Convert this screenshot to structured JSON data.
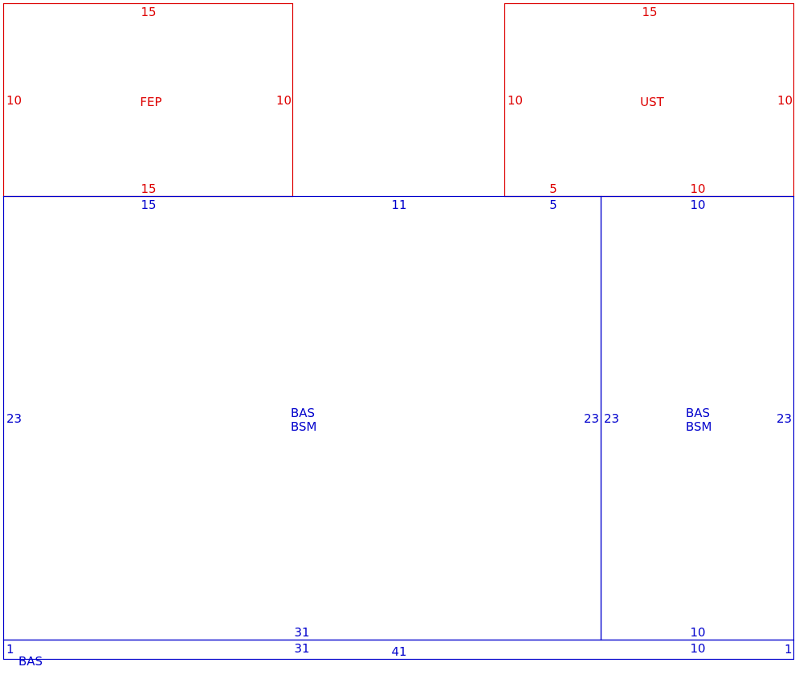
{
  "colors": {
    "addition": "#dd0000",
    "main": "#0000cc"
  },
  "fep": {
    "code": "FEP",
    "top": "15",
    "left": "10",
    "right": "10",
    "bottom": "15"
  },
  "ust": {
    "code": "UST",
    "top": "15",
    "left": "10",
    "right": "10",
    "bottom_left": "5",
    "bottom_right": "10"
  },
  "bas_left": {
    "code1": "BAS",
    "code2": "BSM",
    "top_left": "15",
    "top_mid": "11",
    "top_right": "5",
    "left": "23",
    "right": "23",
    "bottom": "31"
  },
  "bas_right": {
    "code1": "BAS",
    "code2": "BSM",
    "top": "10",
    "left": "23",
    "right": "23",
    "bottom": "10"
  },
  "bas_strip": {
    "code": "BAS",
    "left": "1",
    "right": "1",
    "top_left": "31",
    "top_right": "10",
    "bottom": "41"
  }
}
